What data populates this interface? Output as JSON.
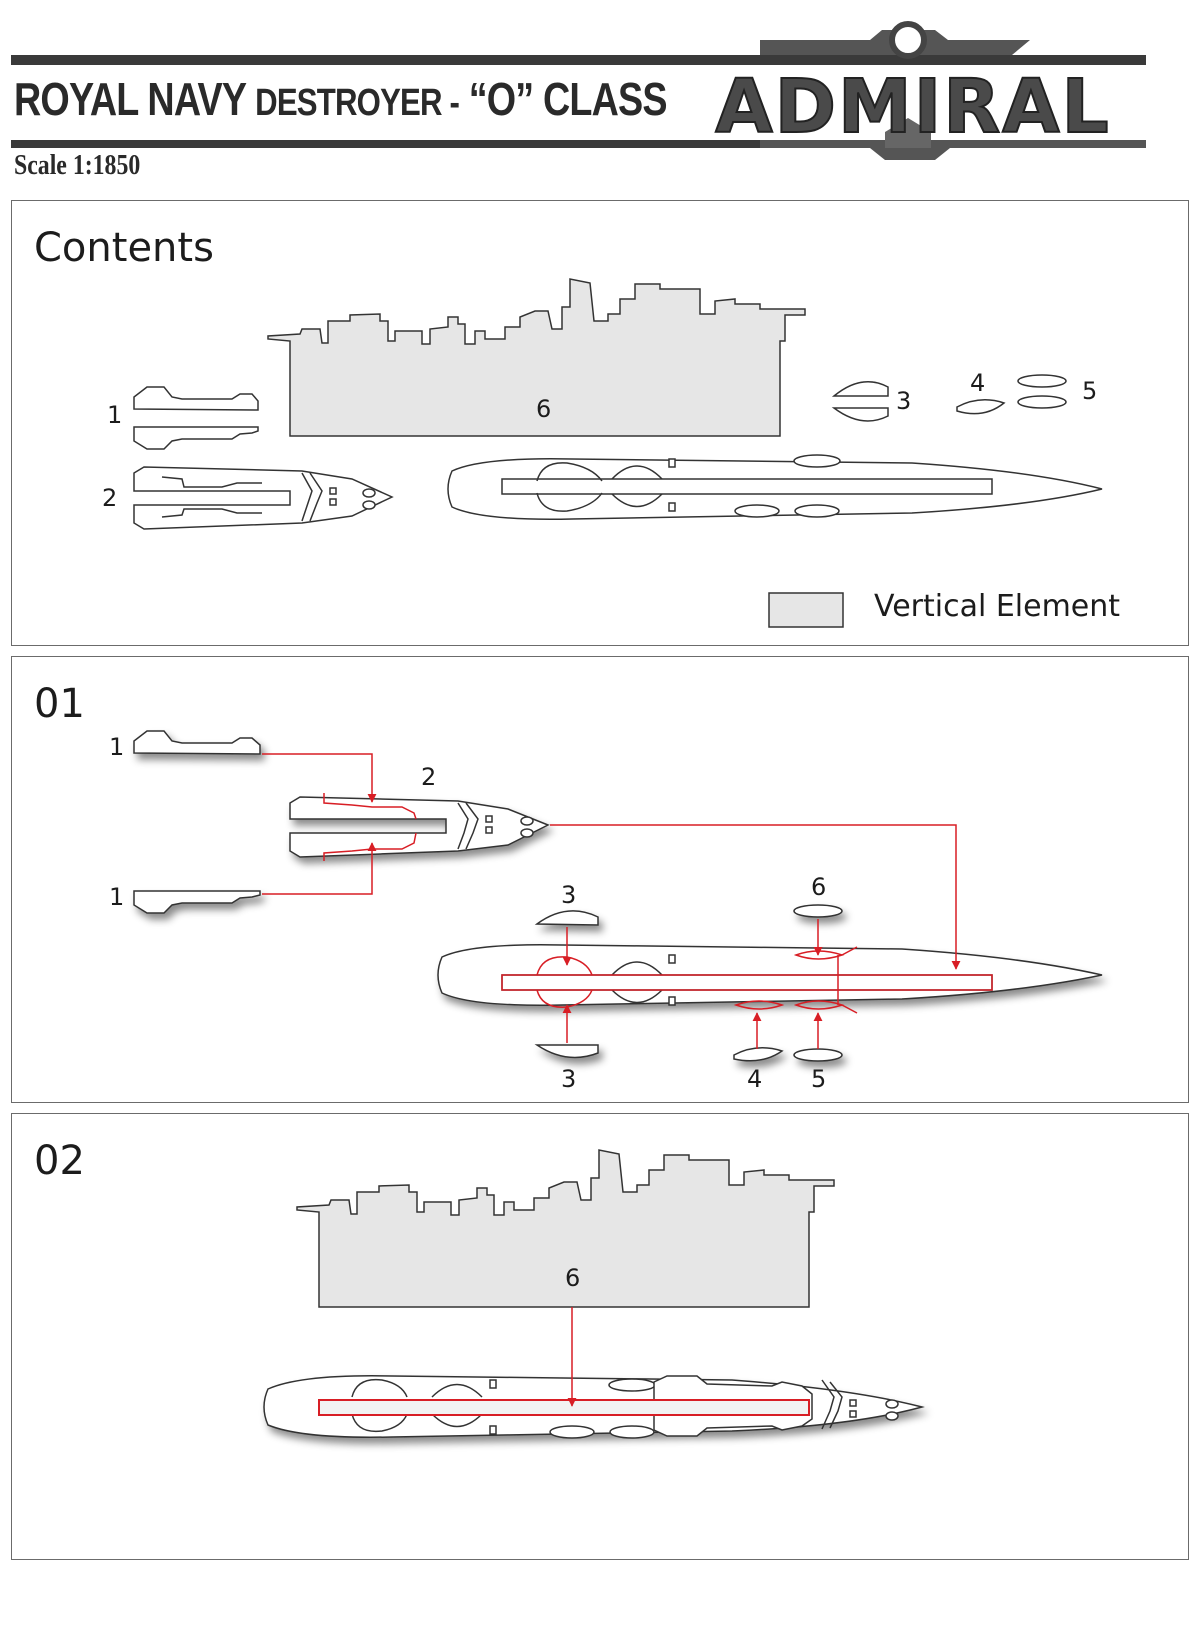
{
  "header": {
    "title_part1": "ROYAL NAVY",
    "title_part2": "DESTROYER -",
    "title_part3": "“O” CLASS",
    "scale": "Scale 1:1850",
    "brand": "ADMIRAL"
  },
  "contents": {
    "title": "Contents",
    "legend_label": "Vertical Element",
    "part_labels": [
      "1",
      "2",
      "3",
      "4",
      "5",
      "6"
    ]
  },
  "step1": {
    "title": "01",
    "labels": [
      "1",
      "1",
      "2",
      "3",
      "3",
      "4",
      "5",
      "6"
    ]
  },
  "step2": {
    "title": "02",
    "labels": [
      "6"
    ]
  },
  "colors": {
    "vertical_fill": "#e6e6e6",
    "outline": "#444444",
    "arrow": "#d81e25",
    "border": "#6b6b6b"
  }
}
